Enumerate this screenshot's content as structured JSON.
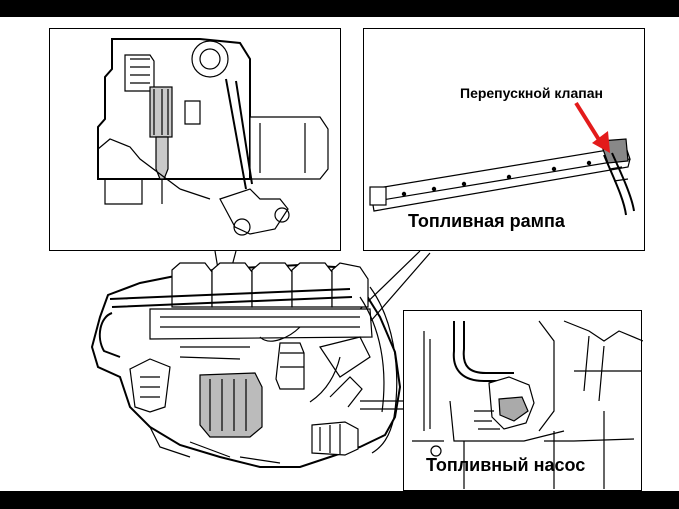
{
  "labels": {
    "fuel_rail": "Топливная рампа",
    "bypass_valve": "Перепускной клапан",
    "fuel_pump": "Топливный насос"
  },
  "colors": {
    "arrow": "#e31b1b",
    "background": "#000000",
    "panel": "#ffffff"
  }
}
